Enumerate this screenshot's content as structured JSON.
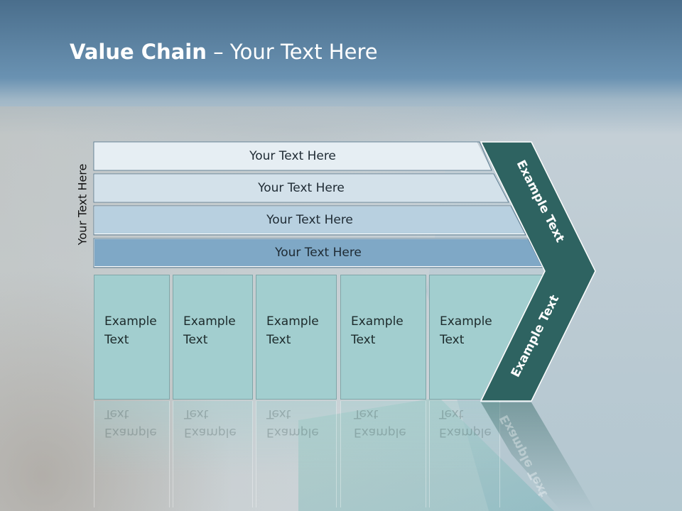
{
  "title": {
    "bold": "Value Chain",
    "rest": " – Your Text Here"
  },
  "side_label": "Your Text Here",
  "bars": [
    {
      "label": "Your Text Here"
    },
    {
      "label": "Your Text Here"
    },
    {
      "label": "Your Text Here"
    },
    {
      "label": "Your Text Here"
    }
  ],
  "boxes": [
    {
      "line1": "Example",
      "line2": "Text"
    },
    {
      "line1": "Example",
      "line2": "Text"
    },
    {
      "line1": "Example",
      "line2": "Text"
    },
    {
      "line1": "Example",
      "line2": "Text"
    },
    {
      "line1": "Example",
      "line2": "Text"
    }
  ],
  "chevron": {
    "upper_label": "Example Text",
    "lower_label": "Example Text"
  },
  "colors": {
    "chevron_fill": "#2e6361",
    "box_fill": "#a2cecf",
    "bar_fills": [
      "#e6eef3",
      "#d3e1ea",
      "#b8d0e0",
      "#7fa8c6"
    ]
  }
}
